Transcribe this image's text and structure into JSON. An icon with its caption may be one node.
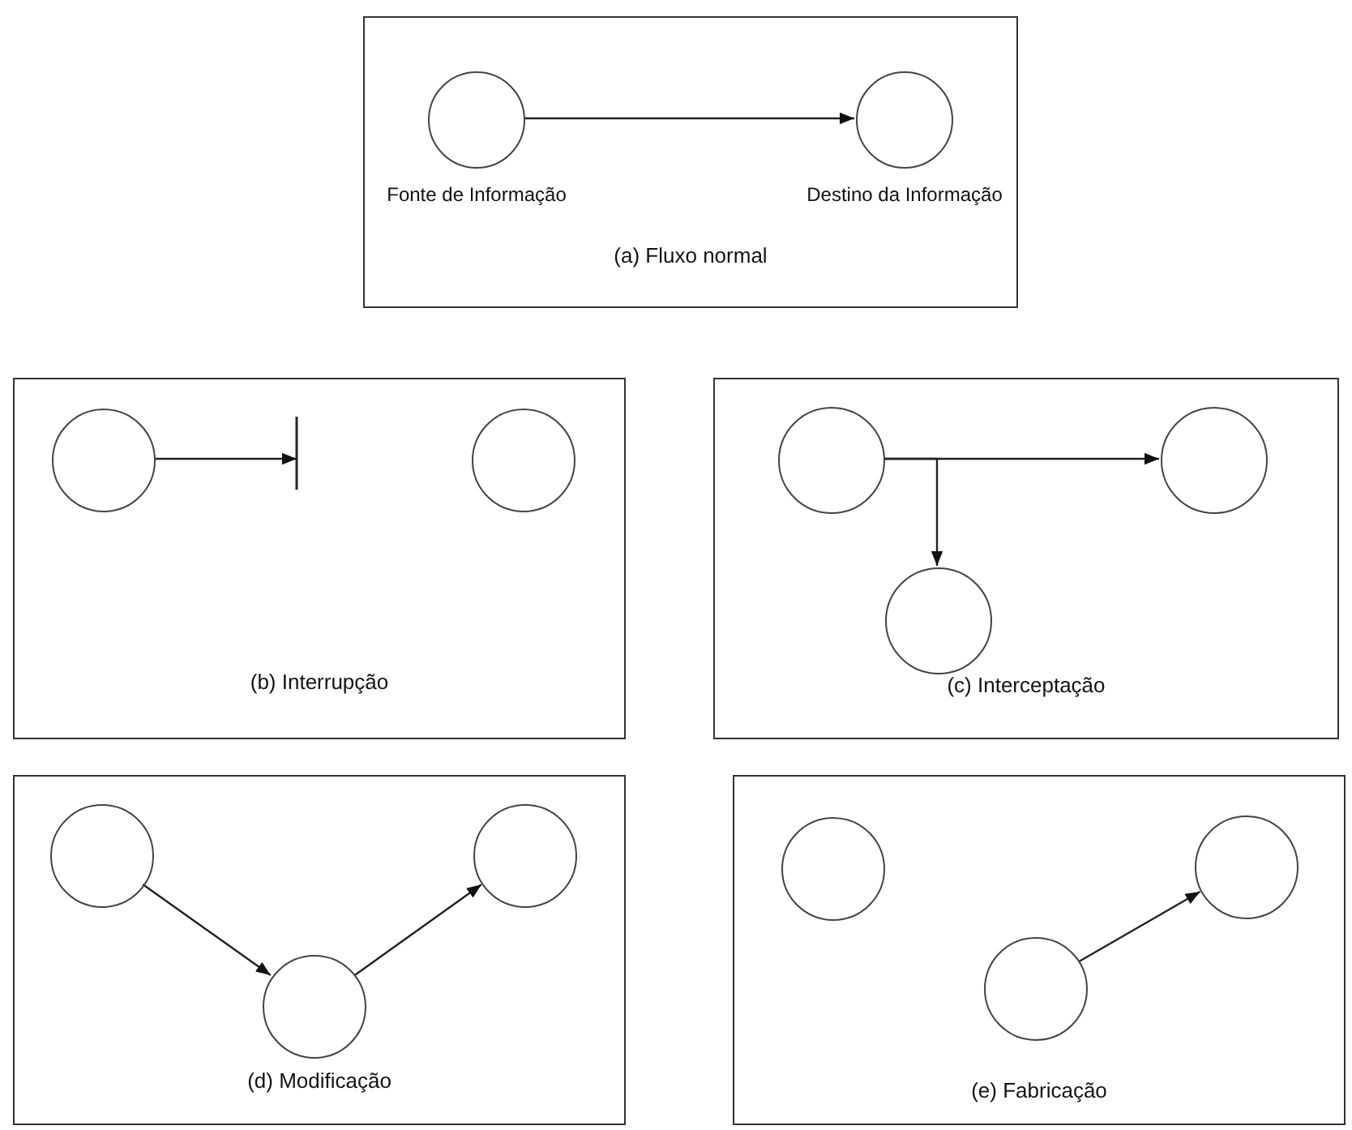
{
  "diagram": {
    "nodes": [
      {
        "text": [
          "(a) Fluxo normal"
        ]
      },
      {
        "text": [],
        "shape": "circle",
        "in": 0,
        "beside": [
          "Fonte de Informação"
        ]
      },
      {
        "text": [],
        "shape": "circle",
        "in": 0,
        "beside": [
          "Destino da Informação"
        ]
      },
      {
        "text": [
          "(b) Interrupção"
        ]
      },
      {
        "text": [],
        "shape": "circle",
        "in": 3
      },
      {
        "text": [],
        "shape": "circle",
        "in": 3
      },
      {
        "text": [
          "(c) Interceptação"
        ]
      },
      {
        "text": [],
        "shape": "circle",
        "in": 6
      },
      {
        "text": [],
        "shape": "circle",
        "in": 6
      },
      {
        "text": [],
        "shape": "circle",
        "in": 6
      },
      {
        "text": [
          "(d) Modificação"
        ]
      },
      {
        "text": [],
        "shape": "circle",
        "in": 10
      },
      {
        "text": [],
        "shape": "circle",
        "in": 10
      },
      {
        "text": [],
        "shape": "circle",
        "in": 10
      },
      {
        "text": [
          "(e) Fabricação"
        ]
      },
      {
        "text": [],
        "shape": "circle",
        "in": 14
      },
      {
        "text": [],
        "shape": "circle",
        "in": 14
      },
      {
        "text": [],
        "shape": "circle",
        "in": 14
      }
    ],
    "edges": [
      {
        "from": 1,
        "to": 2,
        "arrow": "to"
      },
      {
        "from": 4,
        "to": null,
        "arrow": "to"
      },
      {
        "from": 7,
        "to": 8,
        "arrow": "to"
      },
      {
        "from": 7,
        "to": 9,
        "arrow": "to"
      },
      {
        "from": 11,
        "to": 12,
        "arrow": "to"
      },
      {
        "from": 12,
        "to": 13,
        "arrow": "to"
      },
      {
        "from": 16,
        "to": 17,
        "arrow": "to"
      }
    ]
  }
}
